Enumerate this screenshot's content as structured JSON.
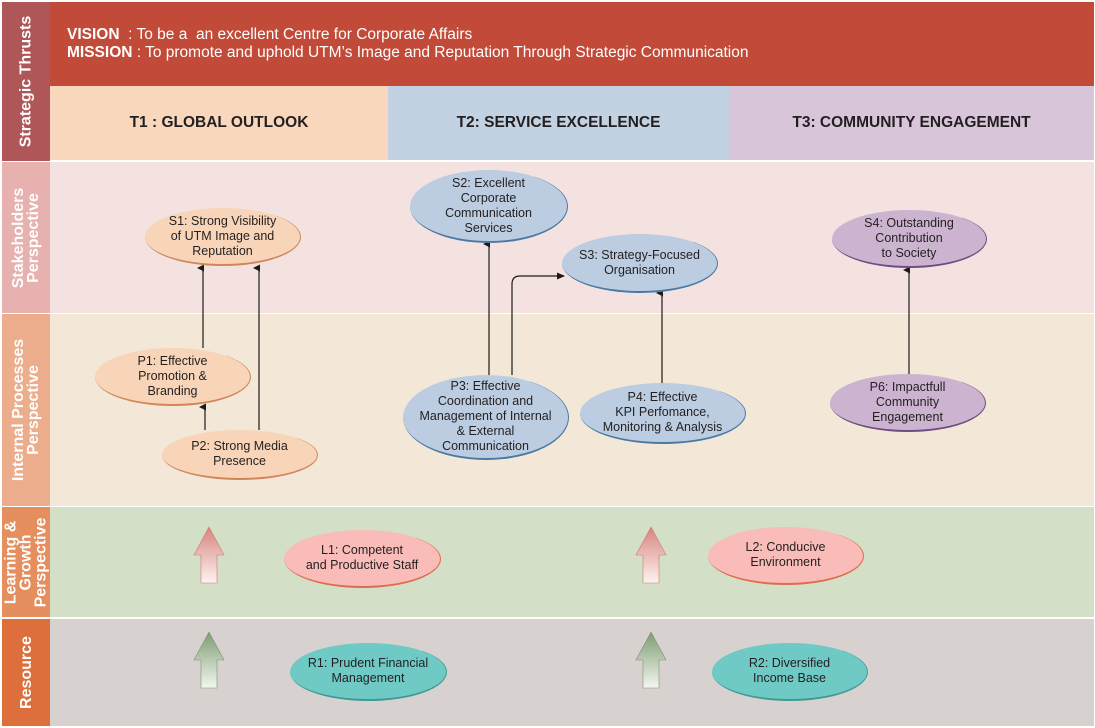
{
  "perspectives": {
    "strategic_thrusts": "Strategic Thrusts",
    "stakeholders": "Stakeholders\nPerspective",
    "internal_processes": "Internal Processes\nPerspective",
    "learning_growth": "Learning &\nGrowth\nPerspective",
    "resource": "Resource"
  },
  "header": {
    "vision_label": "VISION",
    "vision_text": "  : To be a  an excellent Centre for Corporate Affairs",
    "mission_label": "MISSION",
    "mission_text": " : To promote and uphold UTM’s Image and Reputation Through Strategic Communication"
  },
  "themes": [
    {
      "id": "T1",
      "label": "T1 : GLOBAL OUTLOOK",
      "color": "#f8d7bc"
    },
    {
      "id": "T2",
      "label": "T2: SERVICE EXCELLENCE",
      "color": "#c3d2e3"
    },
    {
      "id": "T3",
      "label": "T3: COMMUNITY ENGAGEMENT",
      "color": "#d8c5da"
    }
  ],
  "objectives": {
    "S1": "S1: Strong Visibility\nof UTM Image and\nReputation",
    "S2": "S2: Excellent\nCorporate\nCommunication\nServices",
    "S3": "S3: Strategy-Focused\nOrganisation",
    "S4": "S4: Outstanding\nContribution\nto Society",
    "P1": "P1: Effective\nPromotion &\nBranding",
    "P2": "P2: Strong Media\nPresence",
    "P3": "P3: Effective\nCoordination and\nManagement of Internal\n& External\nCommunication",
    "P4": "P4: Effective\nKPI Perfomance,\nMonitoring & Analysis",
    "P6": "P6: Impactfull\nCommunity\nEngagement",
    "L1": "L1: Competent\nand Productive Staff",
    "L2": "L2: Conducive\nEnvironment",
    "R1": "R1: Prudent Financial\nManagement",
    "R2": "R2: Diversified\nIncome Base"
  },
  "links": [
    {
      "from": "P1",
      "to": "S1"
    },
    {
      "from": "P2",
      "to": "S1"
    },
    {
      "from": "P2",
      "to": "P1"
    },
    {
      "from": "P3",
      "to": "S2"
    },
    {
      "from": "P3",
      "to": "S3"
    },
    {
      "from": "P4",
      "to": "S3"
    },
    {
      "from": "P6",
      "to": "S4"
    }
  ]
}
